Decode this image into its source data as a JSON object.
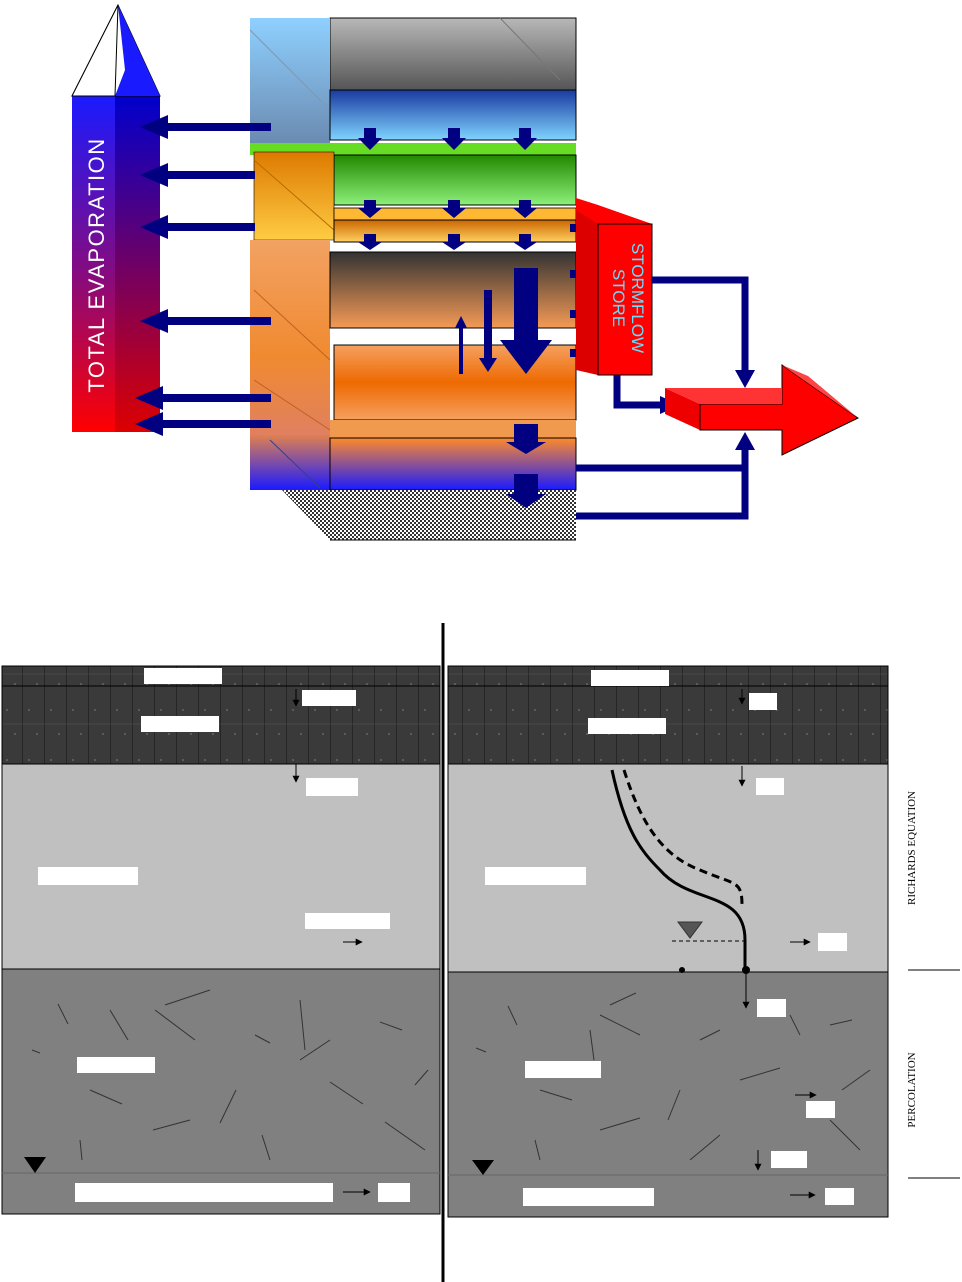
{
  "evaporation": {
    "label": "TOTAL EVAPORATION",
    "colors": {
      "top": "#1a1aff",
      "bottom": "#ff0000"
    }
  },
  "stormflow": {
    "label_line1": "STORMFLOW",
    "label_line2": "STORE",
    "box_color": "#ff0000",
    "text_color": "#66e0ff"
  },
  "flux_arrow_color": "#000080",
  "store_colors": {
    "canopy": "#7fc4ff",
    "litter": "#66dd22",
    "thin_layer": "#ffb833",
    "soil": "#ee6a00",
    "groundwater": "#1a1aff"
  },
  "lower_panels": {
    "right_side_labels": {
      "upper": "RICHARDS EQUATION",
      "lower": "PERCOLATION"
    },
    "water_table_symbol": "water-table-triangle"
  }
}
